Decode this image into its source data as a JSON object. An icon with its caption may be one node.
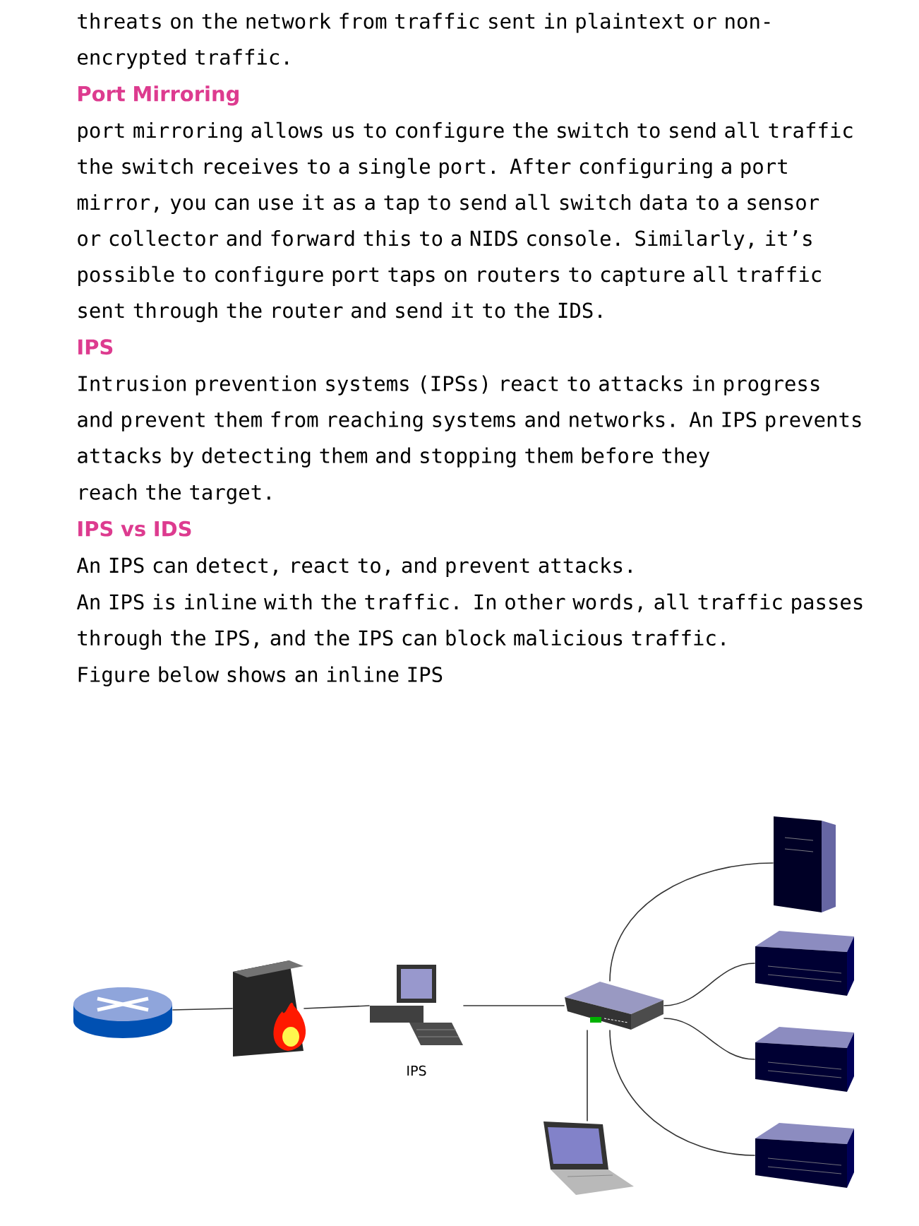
{
  "diagram": {
    "nodes": [
      {
        "text": [],
        "shape": "picture"
      },
      {
        "text": [],
        "shape": "picture"
      },
      {
        "text": [],
        "shape": "picture",
        "beside": [
          "IPS"
        ]
      },
      {
        "text": [],
        "shape": "picture"
      },
      {
        "text": [],
        "shape": "picture"
      },
      {
        "text": [],
        "shape": "picture"
      },
      {
        "text": [],
        "shape": "picture"
      },
      {
        "text": [],
        "shape": "picture"
      },
      {
        "text": [],
        "shape": "picture"
      }
    ],
    "edges": [
      {
        "from": 0,
        "to": 1,
        "arrow": "none"
      },
      {
        "from": 1,
        "to": 2,
        "arrow": "none"
      },
      {
        "from": 2,
        "to": 3,
        "arrow": "none"
      },
      {
        "from": 3,
        "to": 4,
        "arrow": "none"
      },
      {
        "from": 3,
        "to": 5,
        "arrow": "none"
      },
      {
        "from": 3,
        "to": 6,
        "arrow": "none"
      },
      {
        "from": 3,
        "to": 7,
        "arrow": "none"
      },
      {
        "from": 3,
        "to": 8,
        "arrow": "none"
      }
    ],
    "labels": [
      "threats on the network from traffic sent in plaintext or non-encrypted traffic.",
      "Port Mirroring",
      "port mirroring allows us to configure the switch to send all traffic the switch receives to a single port. After configuring a port mirror, you can use it as a tap to send all switch data to a sensor or collector and forward this to a NIDS console. Similarly, it’s possible to configure port taps on routers to capture all traffic sent through the router and send it to the IDS.",
      "IPS",
      "Intrusion prevention systems (IPSs) react to attacks in progress and prevent them from reaching systems and networks. An IPS prevents attacks by detecting them and stopping them before they",
      "reach the target.",
      "IPS vs IDS",
      "An IPS can detect, react to, and prevent attacks.",
      "An IPS is inline with the traffic. In other words, all traffic passes through the IPS, and the IPS can block malicious traffic.",
      "Figure below shows an inline IPS"
    ]
  }
}
